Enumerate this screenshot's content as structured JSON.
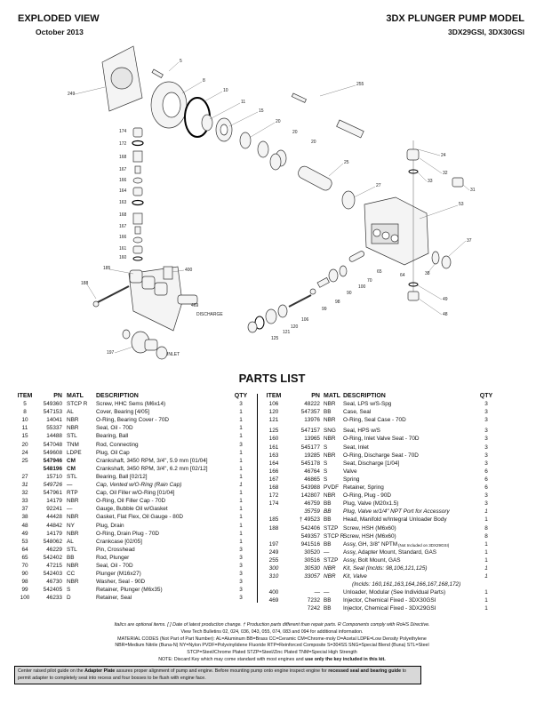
{
  "header": {
    "title": "EXPLODED VIEW",
    "date": "October 2013",
    "model_title": "3DX PLUNGER PUMP MODEL",
    "models": "3DX29GSI, 3DX30GSI"
  },
  "diagram": {
    "callouts": [
      "5",
      "8",
      "10",
      "11",
      "15",
      "20",
      "20",
      "20",
      "249",
      "174",
      "172",
      "168",
      "167",
      "166",
      "164",
      "163",
      "168",
      "167",
      "166",
      "161",
      "160",
      "185",
      "188",
      "400",
      "469",
      "DISCHARGE",
      "197",
      "INLET",
      "125",
      "121",
      "120",
      "106",
      "99",
      "98",
      "90",
      "100",
      "70",
      "65",
      "64",
      "255",
      "25",
      "27",
      "24",
      "32",
      "33",
      "31",
      "53",
      "37",
      "38",
      "49",
      "48"
    ]
  },
  "parts_list": {
    "title": "PARTS LIST",
    "headers": {
      "item": "ITEM",
      "pn": "PN",
      "matl": "MATL",
      "desc": "DESCRIPTION",
      "qty": "QTY"
    },
    "left": [
      {
        "item": "5",
        "pn": "549360",
        "matl": "STCP R",
        "desc": "Screw, HHC Sems (M6x14)",
        "qty": "3",
        "style": ""
      },
      {
        "item": "8",
        "pn": "547153",
        "matl": "AL",
        "desc": "Cover, Bearing [4/05]",
        "qty": "1",
        "style": ""
      },
      {
        "item": "10",
        "pn": "14041",
        "matl": "NBR",
        "desc": "O-Ring, Bearing Cover - 70D",
        "qty": "1",
        "style": ""
      },
      {
        "item": "11",
        "pn": "55337",
        "matl": "NBR",
        "desc": "Seal, Oil - 70D",
        "qty": "1",
        "style": ""
      },
      {
        "item": "15",
        "pn": "14488",
        "matl": "STL",
        "desc": "Bearing, Ball",
        "qty": "1",
        "style": ""
      },
      {
        "item": "20",
        "pn": "547048",
        "matl": "TNM",
        "desc": "Rod, Connecting",
        "qty": "3",
        "style": ""
      },
      {
        "item": "24",
        "pn": "549608",
        "matl": "LDPE",
        "desc": "Plug, Oil Cap",
        "qty": "1",
        "style": ""
      },
      {
        "item": "25",
        "pn": "547946",
        "matl": "CM",
        "desc": "Crankshaft, 3450 RPM, 3/4\", 5.9 mm [01/04]",
        "qty": "1",
        "style": "b"
      },
      {
        "item": "",
        "pn": "548196",
        "matl": "CM",
        "desc": "Crankshaft, 3450 RPM, 3/4\", 6.2 mm [02/12]",
        "qty": "1",
        "style": "b"
      },
      {
        "item": "27",
        "pn": "15710",
        "matl": "STL",
        "desc": "Bearing, Ball [02/12]",
        "qty": "1",
        "style": ""
      },
      {
        "item": "31",
        "pn": "549726",
        "matl": "—",
        "desc": "Cap, Vented w/O-Ring (Rain Cap)",
        "qty": "1",
        "style": "i"
      },
      {
        "item": "32",
        "pn": "547961",
        "matl": "RTP",
        "desc": "Cap, Oil Filler w/O-Ring [01/04]",
        "qty": "1",
        "style": ""
      },
      {
        "item": "33",
        "pn": "14179",
        "matl": "NBR",
        "desc": "O-Ring, Oil Filler Cap - 70D",
        "qty": "1",
        "style": ""
      },
      {
        "item": "37",
        "pn": "92241",
        "matl": "—",
        "desc": "Gauge, Bubble Oil w/Gasket",
        "qty": "1",
        "style": ""
      },
      {
        "item": "38",
        "pn": "44428",
        "matl": "NBR",
        "desc": "Gasket, Flat Flex, Oil Gauge - 80D",
        "qty": "1",
        "style": ""
      },
      {
        "item": "48",
        "pn": "44842",
        "matl": "NY",
        "desc": "Plug, Drain",
        "qty": "1",
        "style": ""
      },
      {
        "item": "49",
        "pn": "14179",
        "matl": "NBR",
        "desc": "O-Ring, Drain Plug - 70D",
        "qty": "1",
        "style": ""
      },
      {
        "item": "53",
        "pn": "548062",
        "matl": "AL",
        "desc": "Crankcase [02/05]",
        "qty": "1",
        "style": ""
      },
      {
        "item": "64",
        "pn": "46229",
        "matl": "STL",
        "desc": "Pin, Crosshead",
        "qty": "3",
        "style": ""
      },
      {
        "item": "65",
        "pn": "542402",
        "matl": "BB",
        "desc": "Rod, Plunger",
        "qty": "3",
        "style": ""
      },
      {
        "item": "70",
        "pn": "47215",
        "matl": "NBR",
        "desc": "Seal, Oil - 70D",
        "qty": "3",
        "style": ""
      },
      {
        "item": "90",
        "pn": "542403",
        "matl": "CC",
        "desc": "Plunger (M16x27)",
        "qty": "3",
        "style": ""
      },
      {
        "item": "98",
        "pn": "46730",
        "matl": "NBR",
        "desc": "Washer, Seal - 90D",
        "qty": "3",
        "style": ""
      },
      {
        "item": "99",
        "pn": "542405",
        "matl": "S",
        "desc": "Retainer, Plunger (M6x35)",
        "qty": "3",
        "style": ""
      },
      {
        "item": "100",
        "pn": "46233",
        "matl": "D",
        "desc": "Retainer, Seal",
        "qty": "3",
        "style": ""
      }
    ],
    "right": [
      {
        "item": "106",
        "pn": "48222",
        "matl": "NBR",
        "desc": "Seal, LPS w/S-Spg",
        "qty": "3",
        "style": ""
      },
      {
        "item": "120",
        "pn": "547357",
        "matl": "BB",
        "desc": "Case, Seal",
        "qty": "3",
        "style": ""
      },
      {
        "item": "121",
        "pn": "13976",
        "matl": "NBR",
        "desc": "O-Ring, Seal Case - 70D",
        "qty": "3",
        "style": ""
      },
      {
        "item": "125",
        "pn": "547157",
        "matl": "SNG",
        "desc": "Seal, HPS w/S",
        "qty": "3",
        "style": "gap"
      },
      {
        "item": "160",
        "pn": "13965",
        "matl": "NBR",
        "desc": "O-Ring, Inlet Valve Seat - 70D",
        "qty": "3",
        "style": ""
      },
      {
        "item": "161",
        "pn": "545177",
        "matl": "S",
        "desc": "Seat, Inlet",
        "qty": "3",
        "style": ""
      },
      {
        "item": "163",
        "pn": "19285",
        "matl": "NBR",
        "desc": "O-Ring, Discharge Seat - 70D",
        "qty": "3",
        "style": ""
      },
      {
        "item": "164",
        "pn": "545178",
        "matl": "S",
        "desc": "Seat, Discharge [1/04]",
        "qty": "3",
        "style": ""
      },
      {
        "item": "166",
        "pn": "46764",
        "matl": "S",
        "desc": "Valve",
        "qty": "6",
        "style": ""
      },
      {
        "item": "167",
        "pn": "46865",
        "matl": "S",
        "desc": "Spring",
        "qty": "6",
        "style": ""
      },
      {
        "item": "168",
        "pn": "543988",
        "matl": "PVDF",
        "desc": "Retainer, Spring",
        "qty": "6",
        "style": ""
      },
      {
        "item": "172",
        "pn": "142807",
        "matl": "NBR",
        "desc": "O-Ring, Plug - 90D",
        "qty": "3",
        "style": ""
      },
      {
        "item": "174",
        "pn": "46759",
        "matl": "BB",
        "desc": "Plug, Valve (M20x1.5)",
        "qty": "3",
        "style": ""
      },
      {
        "item": "",
        "pn": "35759",
        "matl": "BB",
        "desc": "Plug, Valve w/1/4\" NPT Port for Accessory",
        "qty": "1",
        "style": "i"
      },
      {
        "item": "185",
        "pn": "† 49523",
        "matl": "BB",
        "desc": "Head, Manifold w/Integral Unloader Body",
        "qty": "1",
        "style": ""
      },
      {
        "item": "188",
        "pn": "542406",
        "matl": "STZP",
        "desc": "Screw, HSH (M6x60)",
        "qty": "8",
        "style": ""
      },
      {
        "item": "",
        "pn": "549357",
        "matl": "STCP R",
        "desc": "Screw, HSH (M6x60)",
        "qty": "8",
        "style": ""
      },
      {
        "item": "197",
        "pn": "941516",
        "matl": "BB",
        "desc": "Assy, GH, 3/8\" NPTM",
        "desc_note": "(Not Included on 3DX29GSI)",
        "qty": "1",
        "style": ""
      },
      {
        "item": "249",
        "pn": "30520",
        "matl": "—",
        "desc": "Assy, Adapter Mount, Standard, GAS",
        "qty": "1",
        "style": ""
      },
      {
        "item": "255",
        "pn": "30516",
        "matl": "STZP",
        "desc": "Assy, Bolt Mount, GAS",
        "qty": "1",
        "style": ""
      },
      {
        "item": "300",
        "pn": "30530",
        "matl": "NBR",
        "desc": "Kit, Seal (Inclds: 98,106,121,125)",
        "qty": "1",
        "style": "i"
      },
      {
        "item": "310",
        "pn": "33057",
        "matl": "NBR",
        "desc": "Kit, Valve",
        "qty": "1",
        "style": "i"
      },
      {
        "item": "",
        "pn": "",
        "matl": "",
        "desc": "(Inclds: 160,161,163,164,166,167,168,172)",
        "qty": "",
        "style": "i indent"
      },
      {
        "item": "400",
        "pn": "—",
        "matl": "—",
        "desc": "Unloader, Modular (See Individual Parts)",
        "qty": "1",
        "style": ""
      },
      {
        "item": "469",
        "pn": "7232",
        "matl": "BB",
        "desc": "Injector, Chemical Fixed - 3DX30GSI",
        "qty": "1",
        "style": ""
      },
      {
        "item": "",
        "pn": "7242",
        "matl": "BB",
        "desc": "Injector, Chemical Fixed - 3DX29GSI",
        "qty": "1",
        "style": ""
      }
    ]
  },
  "footnotes": {
    "line1": "Italics are optional items.  [ ] Date of latest production change. † Production parts different than repair parts.  R Components comply with RoHS Directive.",
    "line2": "View Tech Bulletins 02, 024, 036, 043, 055, 074, 083 and 094 for additional information.",
    "line3": "MATERIAL CODES (Not Part of Part Number): AL=Aluminum  BB=Brass  CC=Ceramic  CM=Chrome-moly  D=Acetal LDPE=Low Density Polyethylene",
    "line4": "NBR=Medium Nitrile (Buna-N)  NY=Nylon  PVDF=Polyvinylidene Fluoride  RTP=Reinforced Composite  S=304SS  SNG=Special Blend (Buna)  STL=Steel",
    "line5": "STCP=Steel/Chrome Plated  STZP=Steel/Zinc Plated  TNM=Special High Strength",
    "line6_a": "NOTE: Discard Key which may come standard with most engines and ",
    "line6_b": "use only the key included in this kit."
  },
  "note_box": {
    "t1": "Center raised pilot guide on the ",
    "t2": "Adapter Plate",
    "t3": " assures proper alignment of pump and engine. Before mounting pump onto engine inspect engine for ",
    "t4": "recessed seal and bearing guide",
    "t5": " to permit adapter to completely seat into recess and four bosses to be flush with engine face."
  }
}
